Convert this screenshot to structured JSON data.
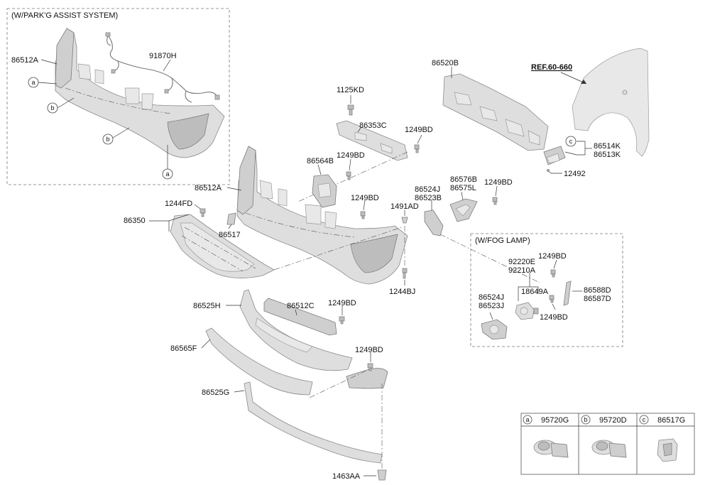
{
  "parks_box_title": "(W/PARK'G ASSIST SYSTEM)",
  "fog_box_title": "(W/FOG LAMP)",
  "ref": "REF.60-660",
  "labels": {
    "p86512A_top": "86512A",
    "p91870H": "91870H",
    "p86520B": "86520B",
    "p1125KD": "1125KD",
    "p86353C": "86353C",
    "p1249BD_a": "1249BD",
    "p86514K": "86514K",
    "p86513K": "86513K",
    "p86564B": "86564B",
    "p1249BD_b": "1249BD",
    "p12492": "12492",
    "p86512A_mid": "86512A",
    "p86576B": "86576B",
    "p86575L": "86575L",
    "p1249BD_c": "1249BD",
    "p86524J_a": "86524J",
    "p86523B": "86523B",
    "p1244FD": "1244FD",
    "p1249BD_d": "1249BD",
    "p1491AD": "1491AD",
    "p86350": "86350",
    "p86517": "86517",
    "p1244BJ": "1244BJ",
    "p1249BD_fog1": "1249BD",
    "p92220E": "92220E",
    "p92210A": "92210A",
    "p18649A": "18649A",
    "p86588D": "86588D",
    "p86587D": "86587D",
    "p86524J_b": "86524J",
    "p86523J": "86523J",
    "p1249BD_fog2": "1249BD",
    "p86525H": "86525H",
    "p86512C": "86512C",
    "p1249BD_e": "1249BD",
    "p86565F": "86565F",
    "p1249BD_f": "1249BD",
    "p86525G": "86525G",
    "p1463AA": "1463AA"
  },
  "callouts": {
    "a": "a",
    "b": "b",
    "c": "c"
  },
  "legend": [
    {
      "letter": "a",
      "part": "95720G"
    },
    {
      "letter": "b",
      "part": "95720D"
    },
    {
      "letter": "c",
      "part": "86517G"
    }
  ]
}
